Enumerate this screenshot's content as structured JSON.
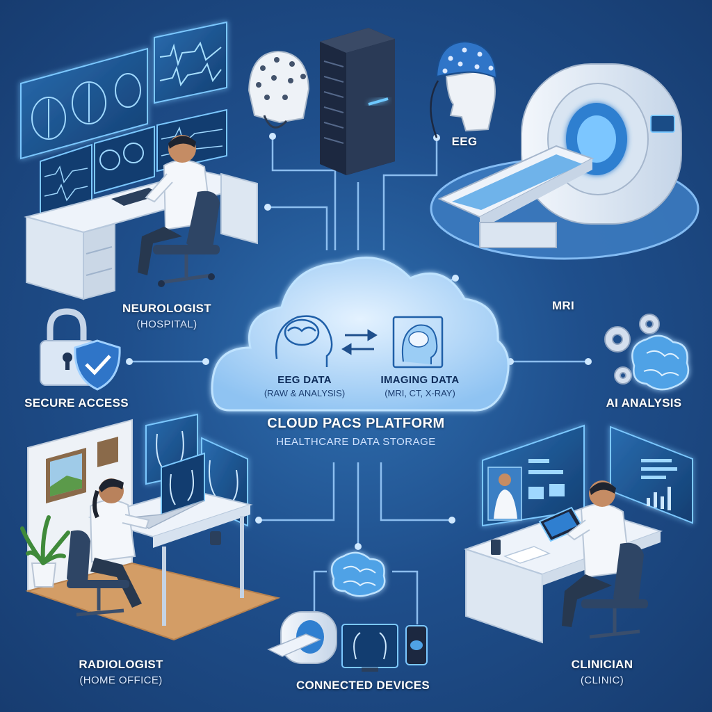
{
  "cloud": {
    "eeg_data": {
      "title": "EEG DATA",
      "subtitle": "(RAW & ANALYSIS)"
    },
    "imaging_data": {
      "title": "IMAGING DATA",
      "subtitle": "(MRI, CT, X-RAY)"
    },
    "platform_title": "CLOUD PACS PLATFORM",
    "platform_subtitle": "HEALTHCARE DATA STORAGE"
  },
  "nodes": {
    "neurologist": {
      "title": "NEUROLOGIST",
      "subtitle": "(HOSPITAL)"
    },
    "eeg": {
      "title": "EEG"
    },
    "mri": {
      "title": "MRI"
    },
    "secure_access": {
      "title": "SECURE ACCESS"
    },
    "ai_analysis": {
      "title": "AI ANALYSIS"
    },
    "radiologist": {
      "title": "RADIOLOGIST",
      "subtitle": "(HOME OFFICE)"
    },
    "connected_devices": {
      "title": "CONNECTED DEVICES"
    },
    "clinician": {
      "title": "CLINICIAN",
      "subtitle": "(CLINIC)"
    }
  },
  "icons": {
    "cloud": "cloud-icon",
    "brain": "brain-icon",
    "mri_scanner": "mri-scanner-icon",
    "eeg_cap": "eeg-cap-icon",
    "server": "server-rack-icon",
    "lock": "padlock-icon",
    "shield": "shield-check-icon",
    "gears": "gears-icon",
    "monitor": "monitor-icon",
    "tablet": "tablet-icon",
    "phone": "smartphone-icon",
    "plant": "plant-icon"
  },
  "colors": {
    "background": "#1f4f8c",
    "connector": "#9fd0ff",
    "cloud_fill": "#cfe6ff",
    "glow": "#7cc8ff",
    "screen": "#1a4c86",
    "desk": "#eef3fa",
    "coat": "#f4f7fb"
  }
}
